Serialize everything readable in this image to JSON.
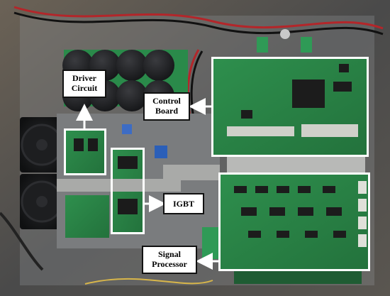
{
  "image": {
    "description_free": true
  },
  "labels": {
    "driver_circuit": "Driver\nCircuit",
    "driver_line1": "Driver",
    "driver_line2": "Circuit",
    "control_board_line1": "Control",
    "control_board_line2": "Board",
    "igbt": "IGBT",
    "signal_processor_line1": "Signal",
    "signal_processor_line2": "Processor"
  },
  "colors": {
    "pcb_green": "#2f8a4a",
    "frame_white": "#ffffff",
    "capacitor_black": "#1c1d20",
    "fan_black": "#1a1b1d",
    "ribbon_gray": "#a9aaa8",
    "background": "#3b3e42"
  }
}
